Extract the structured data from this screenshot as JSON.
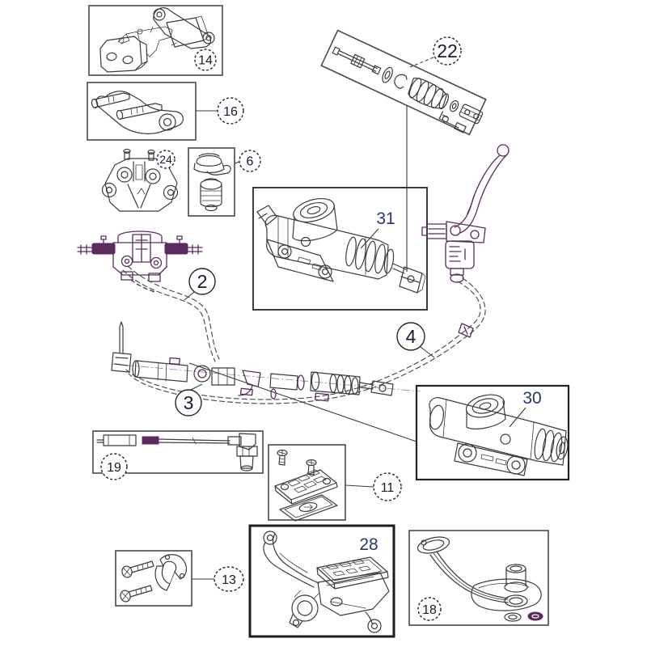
{
  "colors": {
    "bg": "#ffffff",
    "ink": "#3b3b3d",
    "accent": "#5b2b5f",
    "box": "#4a4a4c",
    "num": "#16192e",
    "label": "#28356e"
  },
  "diagram": {
    "description": "motorcycle-brake-system-exploded-parts-diagram",
    "callouts": {
      "c14": "14",
      "c16": "16",
      "c24": "24",
      "c6": "6",
      "c22": "22",
      "c2": "2",
      "c3": "3",
      "c4": "4",
      "c19": "19",
      "c11": "11",
      "c13": "13",
      "c18": "18"
    },
    "part_labels": {
      "p31": "31",
      "p30": "30",
      "p28": "28"
    }
  }
}
